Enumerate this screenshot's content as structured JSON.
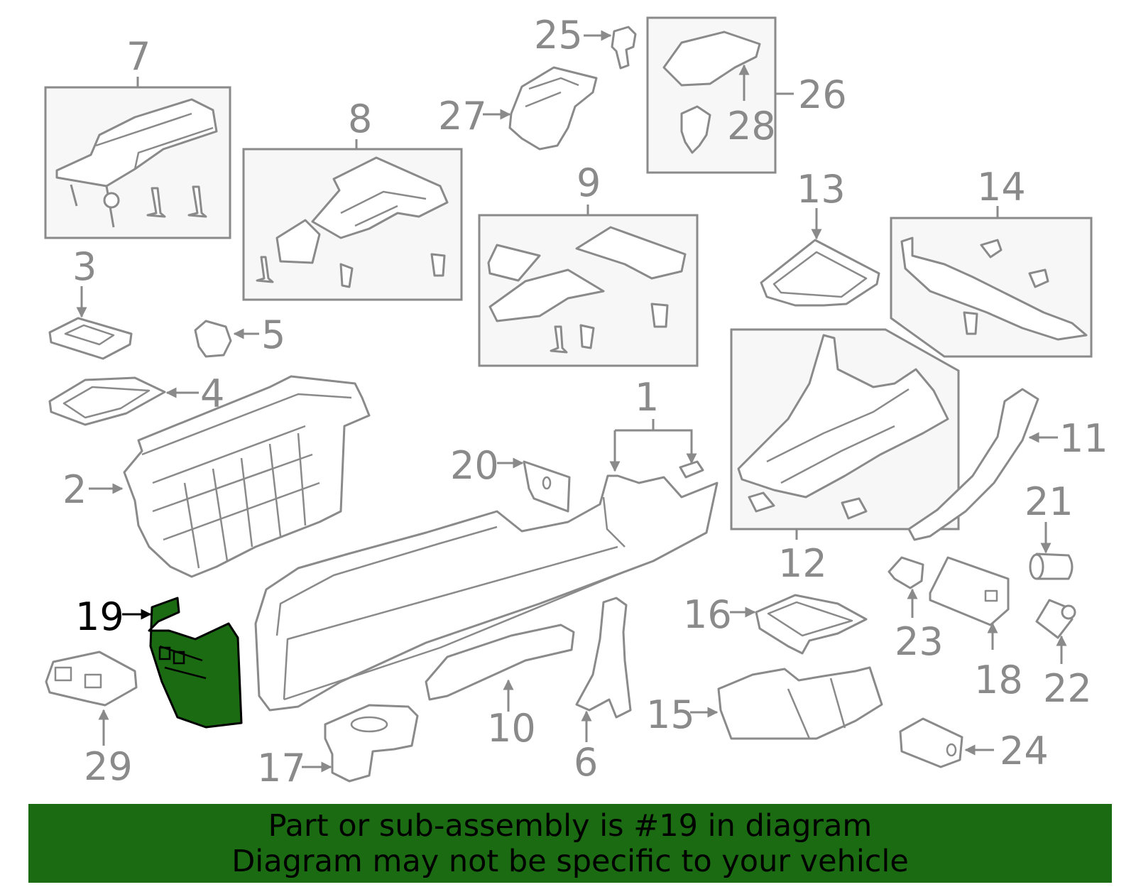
{
  "callouts": {
    "c1": "1",
    "c2": "2",
    "c3": "3",
    "c4": "4",
    "c5": "5",
    "c6": "6",
    "c7": "7",
    "c8": "8",
    "c9": "9",
    "c10": "10",
    "c11": "11",
    "c12": "12",
    "c13": "13",
    "c14": "14",
    "c15": "15",
    "c16": "16",
    "c17": "17",
    "c18": "18",
    "c19": "19",
    "c20": "20",
    "c21": "21",
    "c22": "22",
    "c23": "23",
    "c24": "24",
    "c25": "25",
    "c26": "26",
    "c27": "27",
    "c28": "28",
    "c29": "29"
  },
  "highlight": {
    "callout": "19",
    "color": "#1b6b12"
  },
  "banner": {
    "line1": "Part or sub-assembly is #19 in diagram",
    "line2": "Diagram may not be specific to your vehicle"
  },
  "colors": {
    "line": "#8a8a8a",
    "highlight": "#1b6b12",
    "banner_bg": "#1b6b12"
  }
}
